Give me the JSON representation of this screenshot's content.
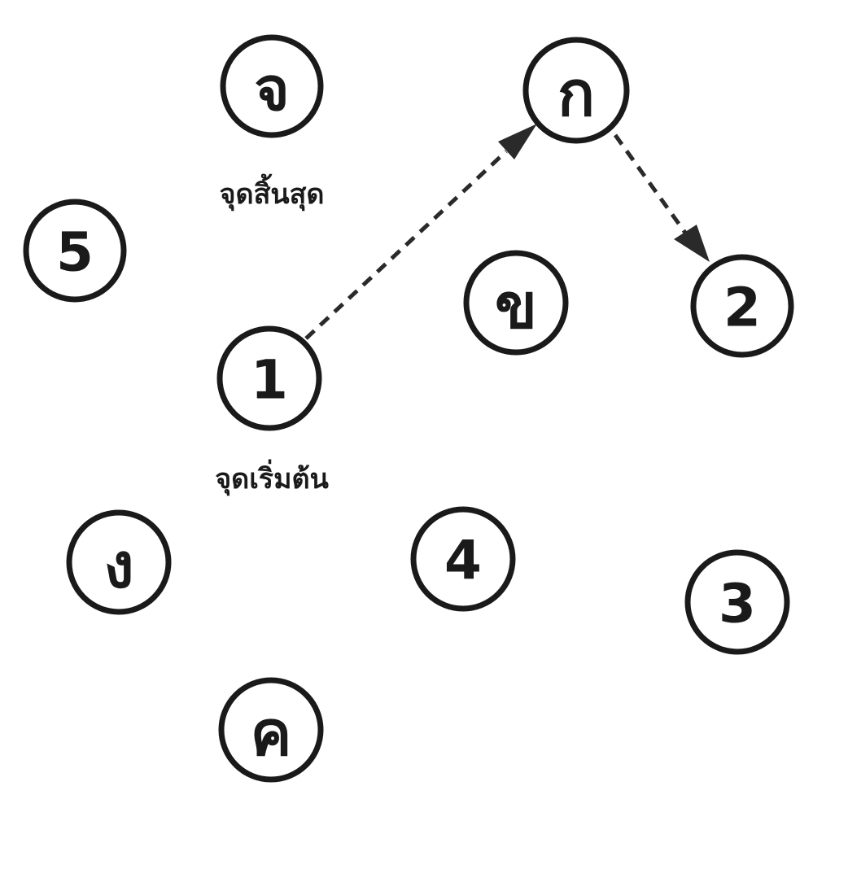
{
  "colors": {
    "ink": "#1a1a1a",
    "edge": "#2a2a2a",
    "background": "#ffffff"
  },
  "nodes": {
    "jo": "จ",
    "ko": "ก",
    "five": "5",
    "kho_khai": "ข",
    "two": "2",
    "one": "1",
    "ngo": "ง",
    "four": "4",
    "three": "3",
    "kho_khwai": "ค"
  },
  "captions": {
    "end_label": "จุดสิ้นสุด",
    "start_label": "จุดเริ่มต้น"
  },
  "edges": [
    {
      "from": "1",
      "to": "ก",
      "style": "dashed-arrow"
    },
    {
      "from": "ก",
      "to": "2",
      "style": "dashed-arrow"
    }
  ]
}
